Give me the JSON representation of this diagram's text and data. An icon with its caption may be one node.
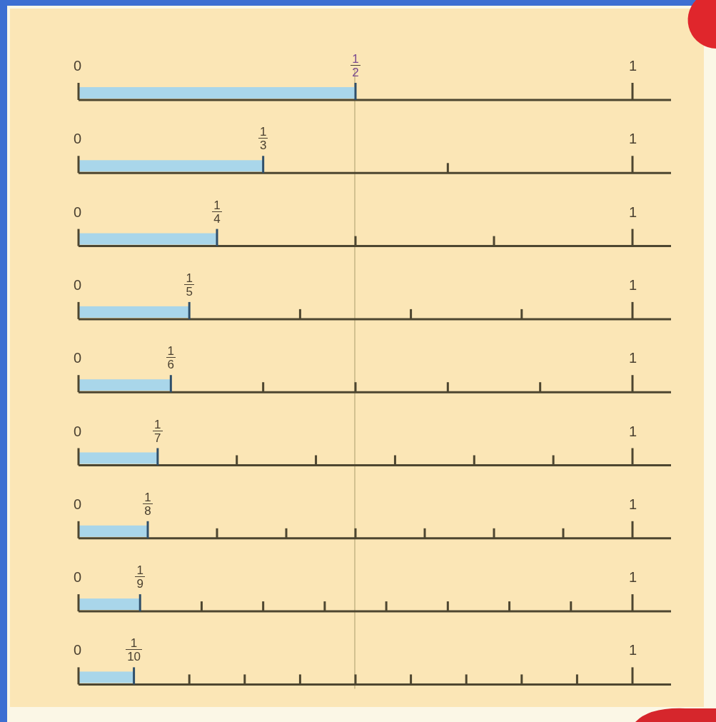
{
  "diagram": {
    "labels": [
      "0",
      "1",
      "2",
      "1",
      "0",
      "1",
      "3",
      "1",
      "0",
      "1",
      "4",
      "1",
      "0",
      "1",
      "5",
      "1",
      "0",
      "1",
      "6",
      "1",
      "0",
      "1",
      "7",
      "1",
      "0",
      "1",
      "8",
      "1",
      "0",
      "1",
      "9",
      "1",
      "0",
      "1",
      "10",
      "1"
    ]
  }
}
